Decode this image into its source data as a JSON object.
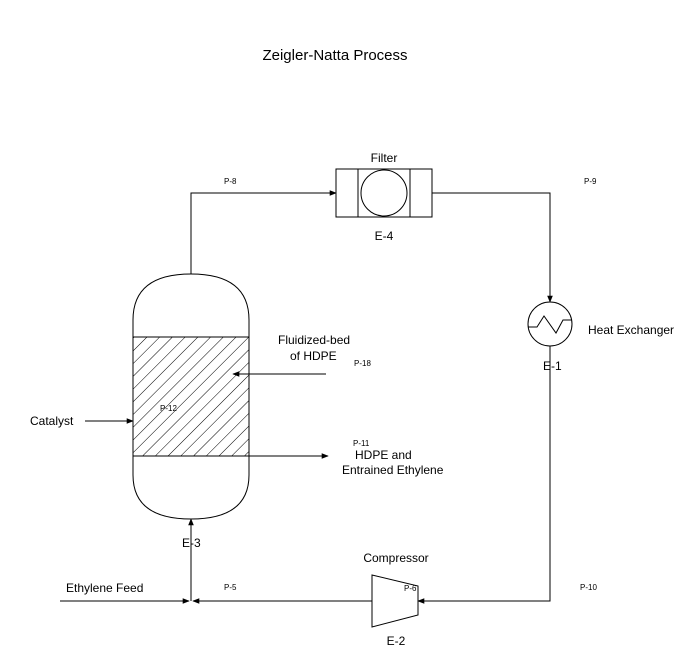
{
  "title": "Zeigler-Natta Process",
  "equipment": {
    "filter": {
      "name": "Filter",
      "tag": "E-4"
    },
    "heat_exchanger": {
      "name": "Heat Exchanger",
      "tag": "E-1"
    },
    "compressor": {
      "name": "Compressor",
      "tag": "E-2"
    },
    "reactor": {
      "tag": "E-3",
      "bed_tag": "P-12"
    }
  },
  "streams": {
    "p8": "P-8",
    "p9": "P-9",
    "p10": "P-10",
    "p11": "P-11",
    "p18": "P-18",
    "p6": "P-6",
    "p5": "P-5"
  },
  "labels": {
    "catalyst": "Catalyst",
    "fluidized_line1": "Fluidized-bed",
    "fluidized_line2": "of HDPE",
    "product_line1": "HDPE and",
    "product_line2": "Entrained Ethylene",
    "ethylene_feed": "Ethylene Feed"
  }
}
